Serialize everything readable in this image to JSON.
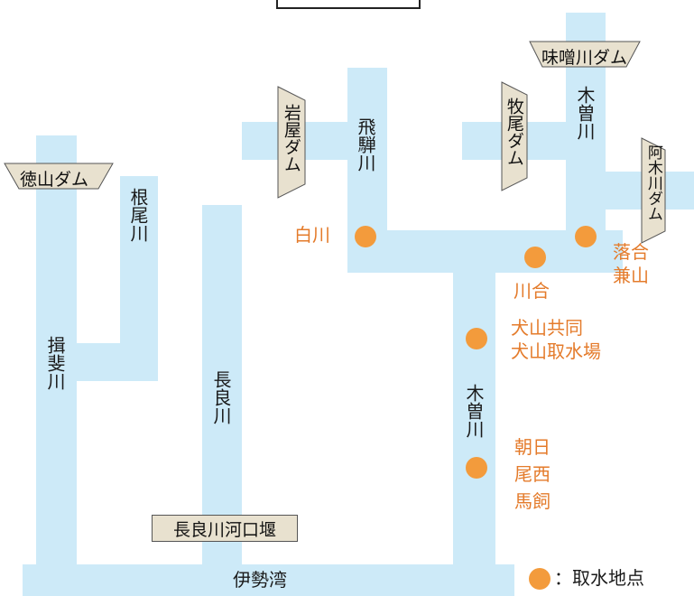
{
  "dams": {
    "tokuyama": "徳山ダム",
    "iwaya": "岩屋ダム",
    "makio": "牧尾ダム",
    "misogawa": "味噌川ダム",
    "agigawa": "阿木川ダム"
  },
  "rivers": {
    "neo": "根尾川",
    "ibi": "揖斐川",
    "nagara": "長良川",
    "hida": "飛騨川",
    "kiso_upper": "木曽川",
    "kiso_lower": "木曽川",
    "bay": "伊勢湾"
  },
  "weir": "長良川河口堰",
  "intakes": {
    "shirakawa": "白川",
    "kawai": "川合",
    "ochiai": "落合\n兼山",
    "inuyama": "犬山共同\n犬山取水場",
    "asahi": "朝日\n尾西\n馬飼"
  },
  "legend": {
    "label": "：取水地点"
  },
  "colors": {
    "river": "#cdeaf8",
    "intake": "#f39b3c",
    "intake_text": "#e47b2b",
    "dam": "#e8e1cf"
  }
}
